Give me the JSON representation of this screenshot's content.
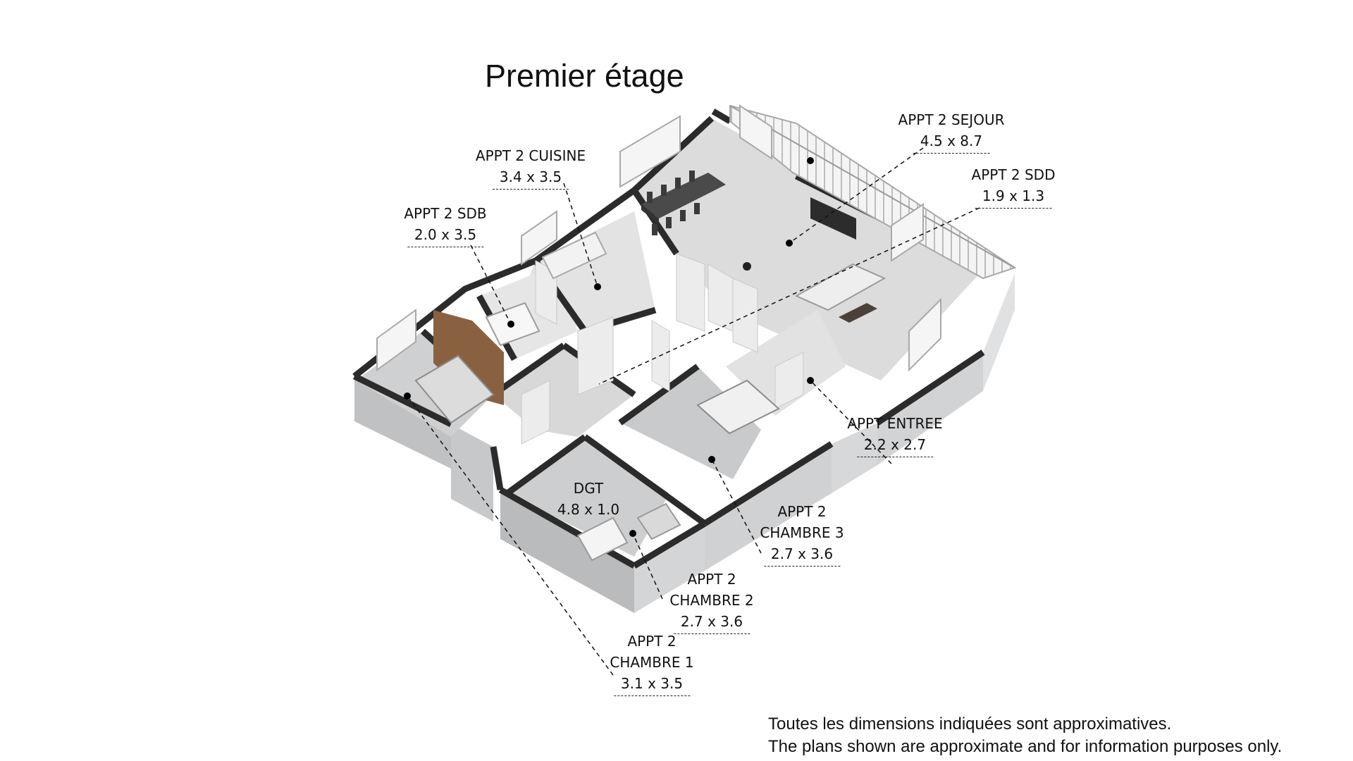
{
  "title": "Premier étage",
  "rooms": {
    "sejour": {
      "name": "APPT 2 SEJOUR",
      "dims": "4.5 x 8.7"
    },
    "sdd": {
      "name": "APPT 2 SDD",
      "dims": "1.9 x 1.3"
    },
    "cuisine": {
      "name": "APPT 2 CUISINE",
      "dims": "3.4 x 3.5"
    },
    "sdb": {
      "name": "APPT 2 SDB",
      "dims": "2.0 x 3.5"
    },
    "entree": {
      "name": "APPT ENTREE",
      "dims": "2.2 x 2.7"
    },
    "dgt": {
      "name": "DGT",
      "dims": "4.8 x 1.0"
    },
    "chambre3": {
      "name_l1": "APPT 2",
      "name_l2": "CHAMBRE 3",
      "dims": "2.7 x 3.6"
    },
    "chambre2": {
      "name_l1": "APPT 2",
      "name_l2": "CHAMBRE 2",
      "dims": "2.7 x 3.6"
    },
    "chambre1": {
      "name_l1": "APPT 2",
      "name_l2": "CHAMBRE 1",
      "dims": "3.1 x 3.5"
    }
  },
  "disclaimer": {
    "fr": "Toutes les dimensions indiquées sont approximatives.",
    "en": "The plans shown are approximate and for information purposes only."
  }
}
